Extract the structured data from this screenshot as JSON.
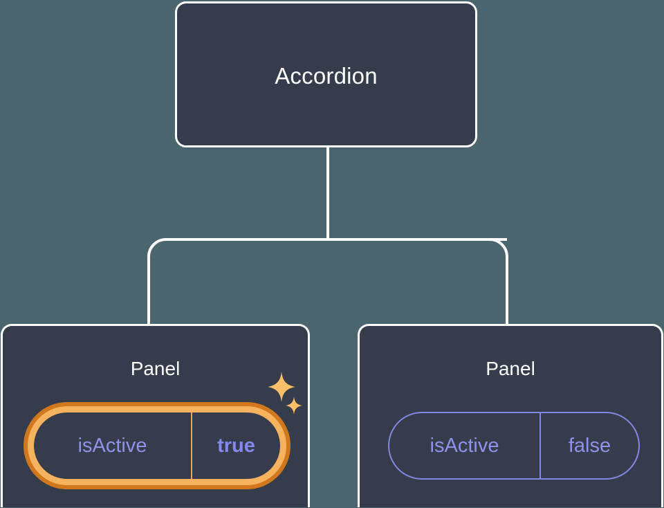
{
  "theme": {
    "background": "#4c666f",
    "card_fill": "#363c4b",
    "card_border": "#ffffff",
    "connector": "#ffffff",
    "prop_text": "#8e92ea",
    "prop_border": "#8388e6",
    "highlight_value_text": "#8389ee",
    "highlight_ring_outer": "#d0781b",
    "highlight_ring_inner": "#f5b35f",
    "sparkle": "#fbbf69"
  },
  "tree": {
    "root": {
      "title": "Accordion"
    },
    "children": [
      {
        "title": "Panel",
        "highlighted": true,
        "props": [
          {
            "key": "isActive",
            "value": "true"
          }
        ]
      },
      {
        "title": "Panel",
        "highlighted": false,
        "props": [
          {
            "key": "isActive",
            "value": "false"
          }
        ]
      }
    ]
  },
  "icons": {
    "sparkle_big": "sparkle-icon",
    "sparkle_small": "sparkle-icon"
  }
}
